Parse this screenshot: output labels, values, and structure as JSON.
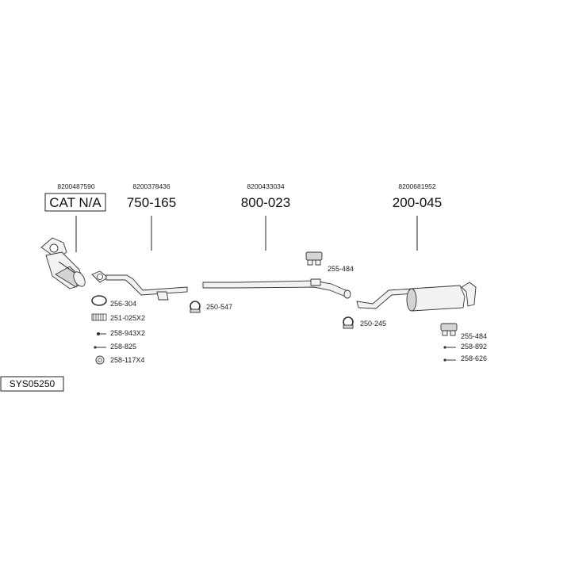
{
  "oem_codes": [
    "8200487590",
    "8200378436",
    "8200433034",
    "8200681952"
  ],
  "main_parts": [
    "CAT N/A",
    "750-165",
    "800-023",
    "200-045"
  ],
  "accessories_left": [
    "256-304",
    "251-025X2",
    "258-943X2",
    "258-825",
    "258-117X4"
  ],
  "clamps": [
    "250-547",
    "250-245"
  ],
  "hangers": [
    "255-484",
    "255-484"
  ],
  "accessories_right": [
    "258-892",
    "258-626"
  ],
  "system_id": "SYS05250"
}
